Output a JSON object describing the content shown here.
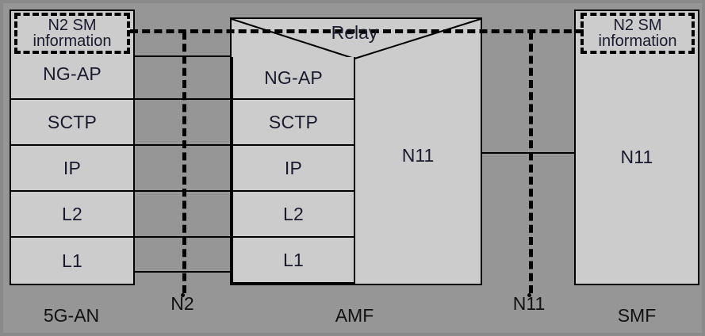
{
  "diagram": {
    "title": "N2 SM information relay between 5G-AN, AMF and SMF",
    "colors": {
      "background": "#969696",
      "box_fill": "#cccccc",
      "line": "#000000",
      "text": "#1a1a2e"
    },
    "entities": [
      {
        "id": "5g-an",
        "label": "5G-AN"
      },
      {
        "id": "amf",
        "label": "AMF"
      },
      {
        "id": "smf",
        "label": "SMF"
      }
    ],
    "interfaces": [
      {
        "id": "n2",
        "label": "N2"
      },
      {
        "id": "n11",
        "label": "N11"
      }
    ],
    "an_stack": {
      "sm_info": {
        "line1": "N2 SM",
        "line2": "information"
      },
      "layers": [
        "NG-AP",
        "SCTP",
        "IP",
        "L2",
        "L1"
      ]
    },
    "amf_stack": {
      "relay_label": "Relay",
      "layers": [
        "NG-AP",
        "SCTP",
        "IP",
        "L2",
        "L1"
      ],
      "right_layer": "N11"
    },
    "smf_stack": {
      "sm_info": {
        "line1": "N2 SM",
        "line2": "information"
      },
      "layer": "N11"
    }
  }
}
